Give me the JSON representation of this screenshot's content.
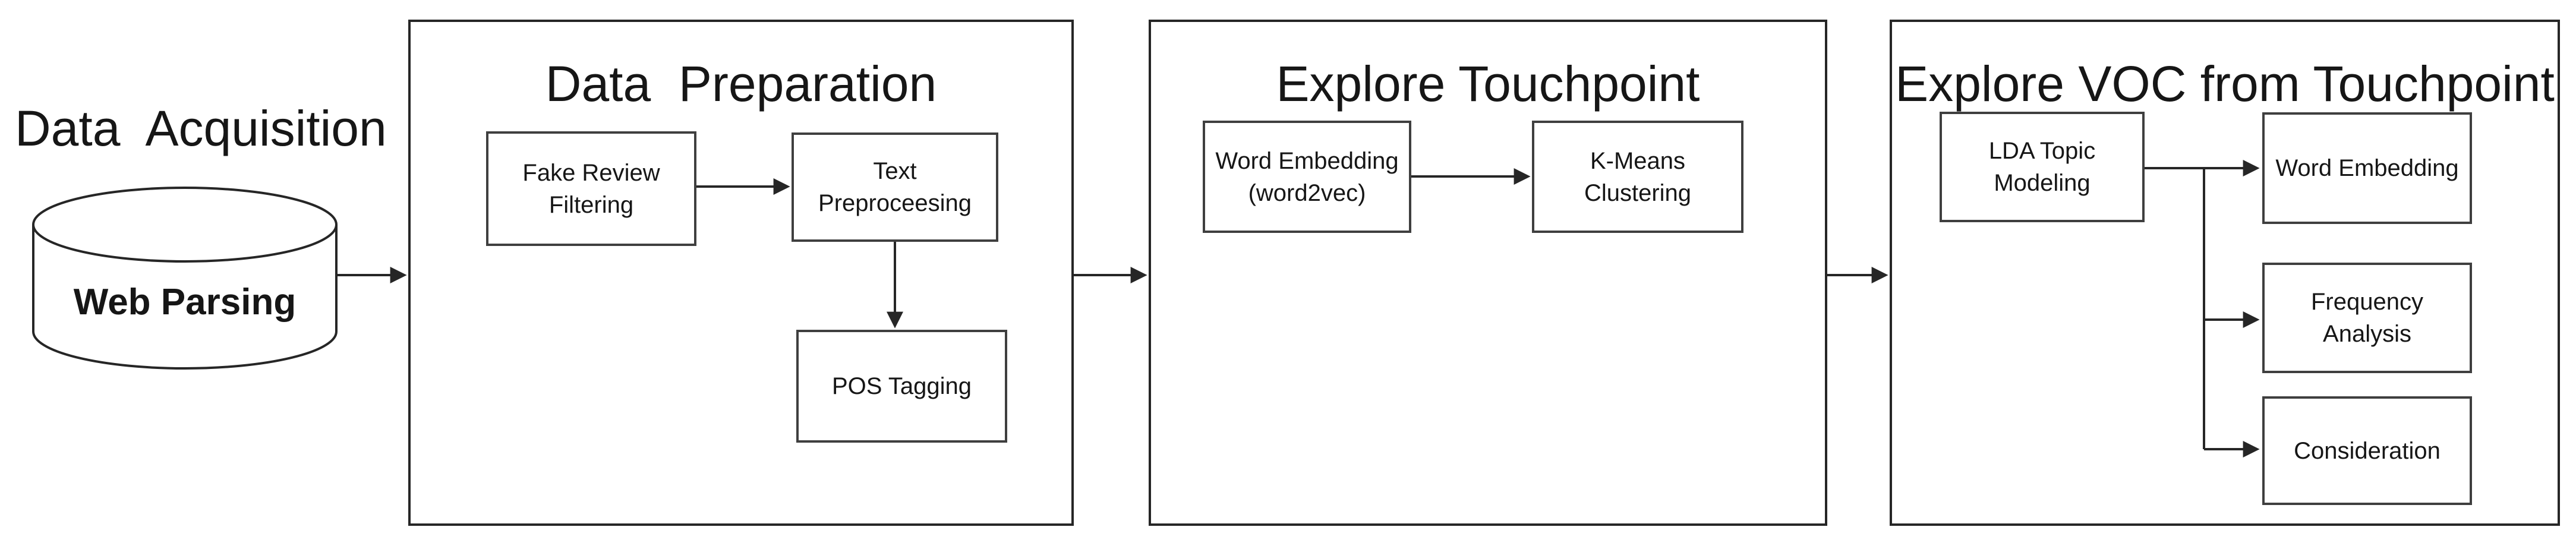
{
  "colors": {
    "background": "#ffffff",
    "line": "#262626",
    "panel_border": "#262626",
    "box_border": "#3f3f3f",
    "text": "#161616"
  },
  "acquisition": {
    "title": "Data  Acquisition",
    "database_label": "Web Parsing"
  },
  "preparation": {
    "title": "Data  Preparation",
    "fake_review": "Fake Review\nFiltering",
    "text_preprocessing": "Text\nPreproceesing",
    "pos_tagging": "POS Tagging"
  },
  "touchpoint": {
    "title": "Explore Touchpoint",
    "word_embedding": "Word Embedding\n(word2vec)",
    "kmeans": "K-Means\nClustering"
  },
  "voc": {
    "title": "Explore VOC from Touchpoint",
    "lda": "LDA Topic\nModeling",
    "word_embedding": "Word Embedding",
    "frequency": "Frequency\nAnalysis",
    "consideration": "Consideration"
  }
}
